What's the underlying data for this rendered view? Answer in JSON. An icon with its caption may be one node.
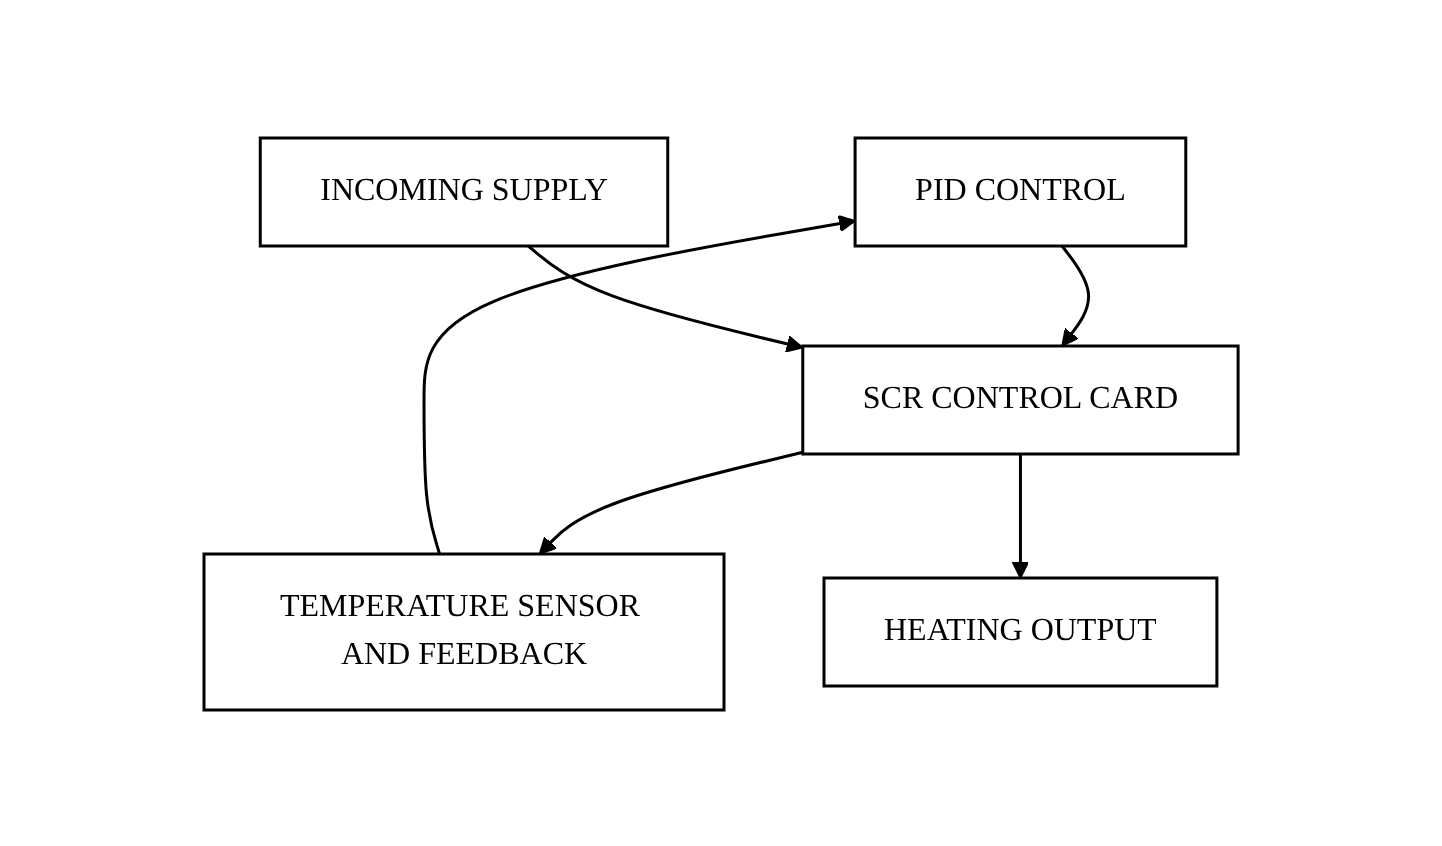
{
  "diagram": {
    "nodes": [
      {
        "text": [
          "PID CONTROL"
        ]
      },
      {
        "text": [
          "INCOMING SUPPLY"
        ]
      },
      {
        "text": [
          "SCR CONTROL CARD"
        ]
      },
      {
        "text": [
          "TEMPERATURE SENSOR AND FEEDBACK"
        ]
      },
      {
        "text": [
          "HEATING OUTPUT"
        ]
      }
    ],
    "edges": [
      {
        "from": 0,
        "to": 2,
        "arrow": "to"
      },
      {
        "from": 1,
        "to": 2,
        "arrow": "to"
      },
      {
        "from": 2,
        "to": 3,
        "arrow": "to"
      },
      {
        "from": 2,
        "to": 4,
        "arrow": "to"
      },
      {
        "from": 3,
        "to": 0,
        "arrow": "to"
      }
    ]
  }
}
